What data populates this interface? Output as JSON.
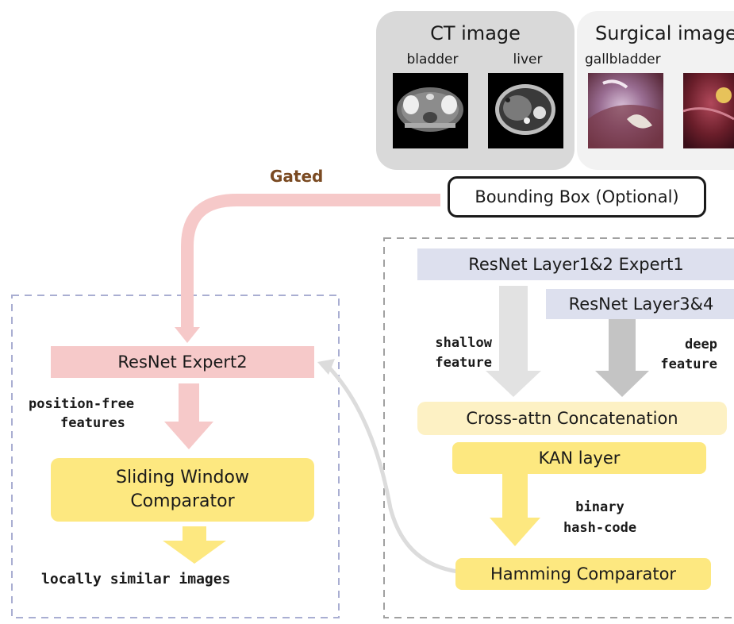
{
  "inputs": {
    "ct_panel": {
      "title": "CT image",
      "labels": [
        "bladder",
        "liver"
      ]
    },
    "surgical_panel": {
      "title": "Surgical image",
      "labels": [
        "gallbladder"
      ]
    }
  },
  "bounding_box": "Bounding Box (Optional)",
  "gated_label": "Gated",
  "left_branch": {
    "expert": "ResNet Expert2",
    "features_label_line1": "position-free",
    "features_label_line2": "features",
    "comparator_line1": "Sliding Window",
    "comparator_line2": "Comparator",
    "output": "locally similar images"
  },
  "right_branch": {
    "layer12": "ResNet Layer1&2 Expert1",
    "layer34": "ResNet Layer3&4",
    "shallow_line1": "shallow",
    "shallow_line2": "feature",
    "deep_line1": "deep",
    "deep_line2": "feature",
    "cross_attn": "Cross-attn Concatenation",
    "kan": "KAN layer",
    "hash_line1": "binary",
    "hash_line2": "hash-code",
    "hamming": "Hamming Comparator"
  },
  "colors": {
    "pink": "#f6c9c9",
    "gated_text": "#7a4a22",
    "lavender": "#dde0ee",
    "light_yellow": "#fdf1c4",
    "yellow": "#fde880",
    "light_gray_arrow": "#e2e2e2",
    "dark_gray_arrow": "#c4c4c4",
    "panel_gray": "#d9d9d9",
    "panel_light": "#f2f2f2"
  }
}
